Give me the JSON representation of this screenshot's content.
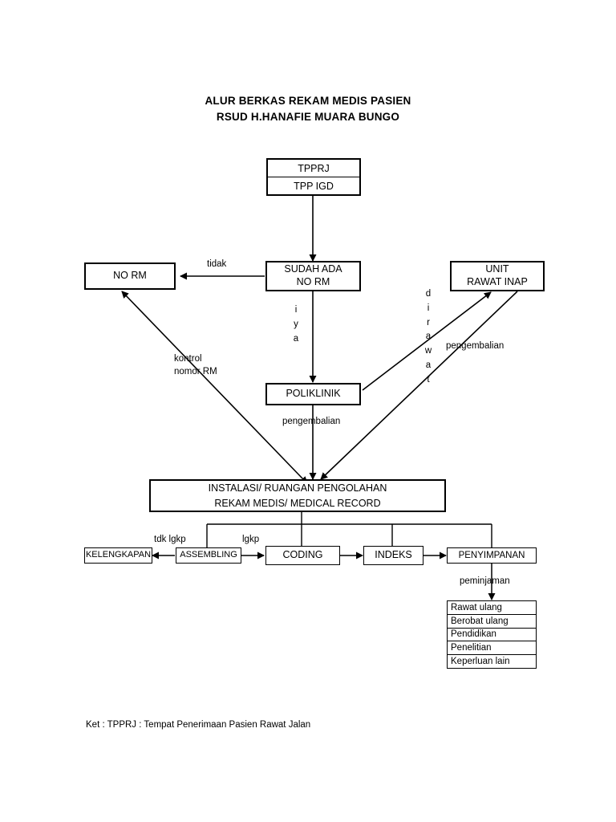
{
  "document": {
    "title_line1": "ALUR BERKAS REKAM MEDIS PASIEN",
    "title_line2": "RSUD H.HANAFIE MUARA BUNGO",
    "footnote": "Ket : TPPRJ  : Tempat Penerimaan Pasien Rawat Jalan"
  },
  "nodes": {
    "tpprj": "TPPRJ",
    "tpp_igd": "TPP IGD",
    "no_rm": "NO RM",
    "sudah_ada_line1": "SUDAH ADA",
    "sudah_ada_line2": "NO RM",
    "unit_line1": "UNIT",
    "unit_line2": "RAWAT INAP",
    "poliklinik": "POLIKLINIK",
    "instalasi_line1": "INSTALASI/ RUANGAN PENGOLAHAN",
    "instalasi_line2": "REKAM MEDIS/ MEDICAL RECORD",
    "kelengkapan": "KELENGKAPAN",
    "assembling": "ASSEMBLING",
    "coding": "CODING",
    "indeks": "INDEKS",
    "penyimpanan": "PENYIMPANAN"
  },
  "edge_labels": {
    "tidak": "tidak",
    "iya": "i y a",
    "iya_chars": [
      "i",
      "y",
      "a"
    ],
    "dirawat": "dirawat",
    "dirawat_chars": [
      "d",
      "i",
      "r",
      "a",
      "w",
      "a",
      "t"
    ],
    "kontrol_line1": "kontrol",
    "kontrol_line2": "nomor RM",
    "pengembalian_poli": "pengembalian",
    "pengembalian_ranap": "pengembalian",
    "tdk_lgkp": "tdk lgkp",
    "lgkp": "lgkp",
    "peminjaman": "peminjaman"
  },
  "usage_list": [
    "Rawat ulang",
    "Berobat ulang",
    "Pendidikan",
    "Penelitian",
    "Keperluan lain"
  ],
  "colors": {
    "stroke": "#000000",
    "background": "#ffffff",
    "text": "#000000"
  }
}
